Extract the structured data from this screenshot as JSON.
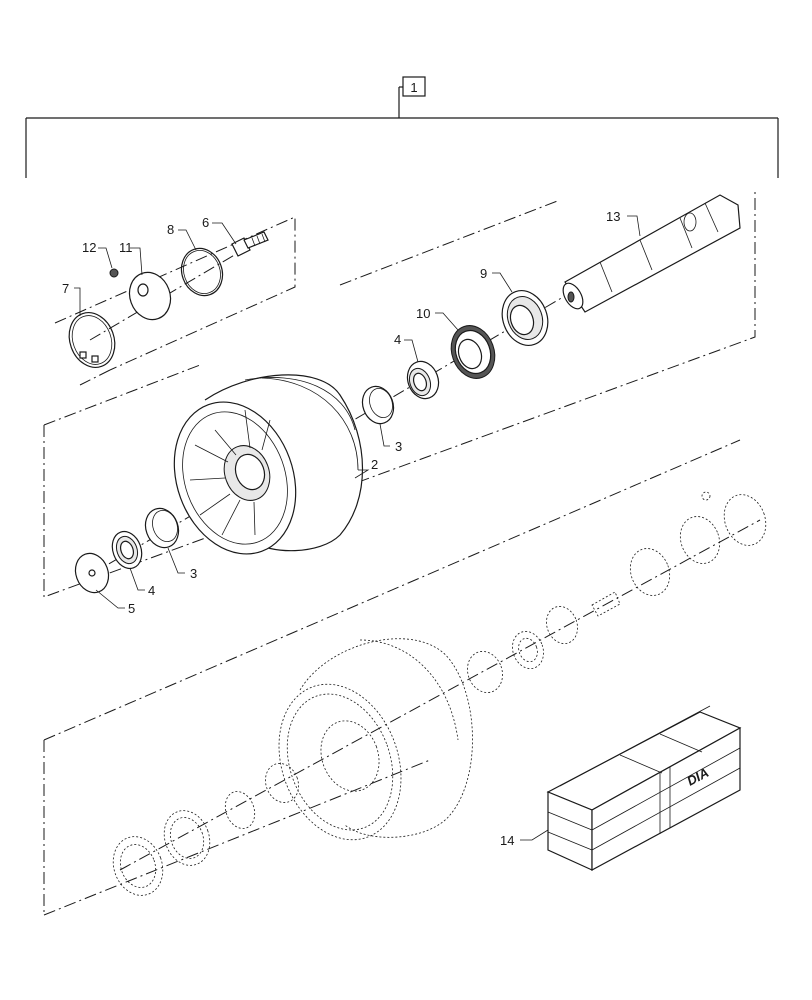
{
  "diagram": {
    "assembly_label": "1",
    "callouts": {
      "c2": "2",
      "c3a": "3",
      "c3b": "3",
      "c4a": "4",
      "c4b": "4",
      "c5": "5",
      "c6": "6",
      "c7": "7",
      "c8": "8",
      "c9": "9",
      "c10": "10",
      "c11": "11",
      "c12": "12",
      "c13": "13",
      "c14": "14"
    },
    "crate_mark": "DIA"
  }
}
